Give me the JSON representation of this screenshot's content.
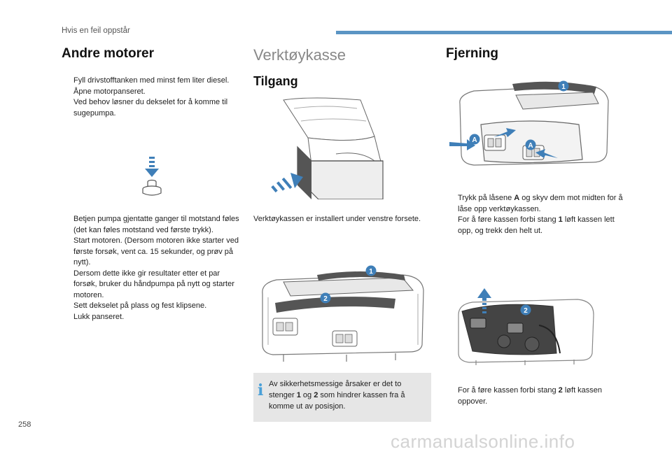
{
  "header": {
    "section": "Hvis en feil oppstår",
    "accent_color": "#5b95c4"
  },
  "left": {
    "title": "Andre motorer",
    "bullets_top": [
      "Fyll drivstofftanken med minst fem liter diesel.",
      "Åpne motorpanseret.",
      "Ved behov løsner du dekselet for å komme til sugepumpa."
    ],
    "bullets_bottom": [
      "Betjen pumpa gjentatte ganger til motstand føles (det kan føles motstand ved første trykk).",
      "Start motoren. (Dersom motoren ikke starter ved første forsøk, vent ca. 15 sekunder, og prøv på nytt).",
      "Dersom dette ikke gir resultater etter et par forsøk, bruker du håndpumpa på nytt og starter motoren.",
      "Sett dekselet på plass og fest klipsene.",
      "Lukk panseret."
    ]
  },
  "middle": {
    "title": "Verktøykasse",
    "subtitle": "Tilgang",
    "caption": "Verktøykassen er installert under venstre forsete.",
    "labels": {
      "one": "1",
      "two": "2"
    },
    "info": {
      "icon": "i",
      "part1": "Av sikkerhetsmessige årsaker er det to stenger ",
      "b1": "1",
      "part2": " og ",
      "b2": "2",
      "part3": " som hindrer kassen fra å komme ut av posisjon."
    }
  },
  "right": {
    "title": "Fjerning",
    "labels": {
      "one": "1",
      "a": "A",
      "two": "2"
    },
    "step1": {
      "pre": "Trykk på låsene ",
      "bold": "A",
      "post": " og skyv dem mot midten for å låse opp verktøykassen."
    },
    "step2": {
      "pre": "For å føre kassen forbi stang ",
      "bold": "1",
      "post": " løft kassen lett opp, og trekk den helt ut."
    },
    "step3": {
      "pre": "For å føre kassen forbi stang ",
      "bold": "2",
      "post": " løft kassen oppover."
    }
  },
  "bullet_marker": "",
  "page_number": "258",
  "watermark": "carmanualsonline.info",
  "colors": {
    "callout": "#3f7fb8",
    "arrow": "#3f7fb8",
    "info_bg": "#e6e6e6"
  }
}
